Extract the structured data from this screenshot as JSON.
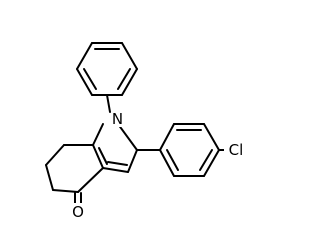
{
  "molecule": {
    "atom_labels": {
      "nitrogen": "N",
      "chlorine": "Cl",
      "oxygen": "O"
    },
    "colors": {
      "bond": "#000000",
      "label": "#000000",
      "background": "#ffffff"
    }
  }
}
